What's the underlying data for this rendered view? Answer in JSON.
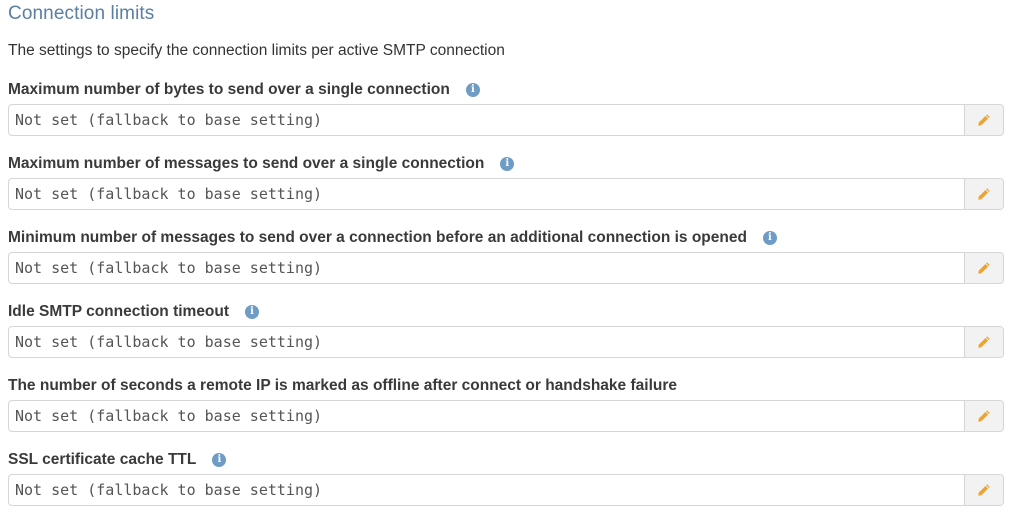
{
  "section": {
    "title": "Connection limits",
    "description": "The settings to specify the connection limits per active SMTP connection"
  },
  "fields": [
    {
      "label": "Maximum number of bytes to send over a single connection",
      "has_info": true,
      "placeholder": "Not set (fallback to base setting)"
    },
    {
      "label": "Maximum number of messages to send over a single connection",
      "has_info": true,
      "placeholder": "Not set (fallback to base setting)"
    },
    {
      "label": "Minimum number of messages to send over a connection before an additional connection is opened",
      "has_info": true,
      "placeholder": "Not set (fallback to base setting)"
    },
    {
      "label": "Idle SMTP connection timeout",
      "has_info": true,
      "placeholder": "Not set (fallback to base setting)"
    },
    {
      "label": "The number of seconds a remote IP is marked as offline after connect or handshake failure",
      "has_info": false,
      "placeholder": "Not set (fallback to base setting)"
    },
    {
      "label": "SSL certificate cache TTL",
      "has_info": true,
      "placeholder": "Not set (fallback to base setting)"
    }
  ],
  "icons": {
    "info": "info-icon",
    "edit": "pencil-icon"
  },
  "colors": {
    "title": "#5a7fa3",
    "info_icon": "#6f9cc4",
    "pencil": "#f0a32a"
  }
}
